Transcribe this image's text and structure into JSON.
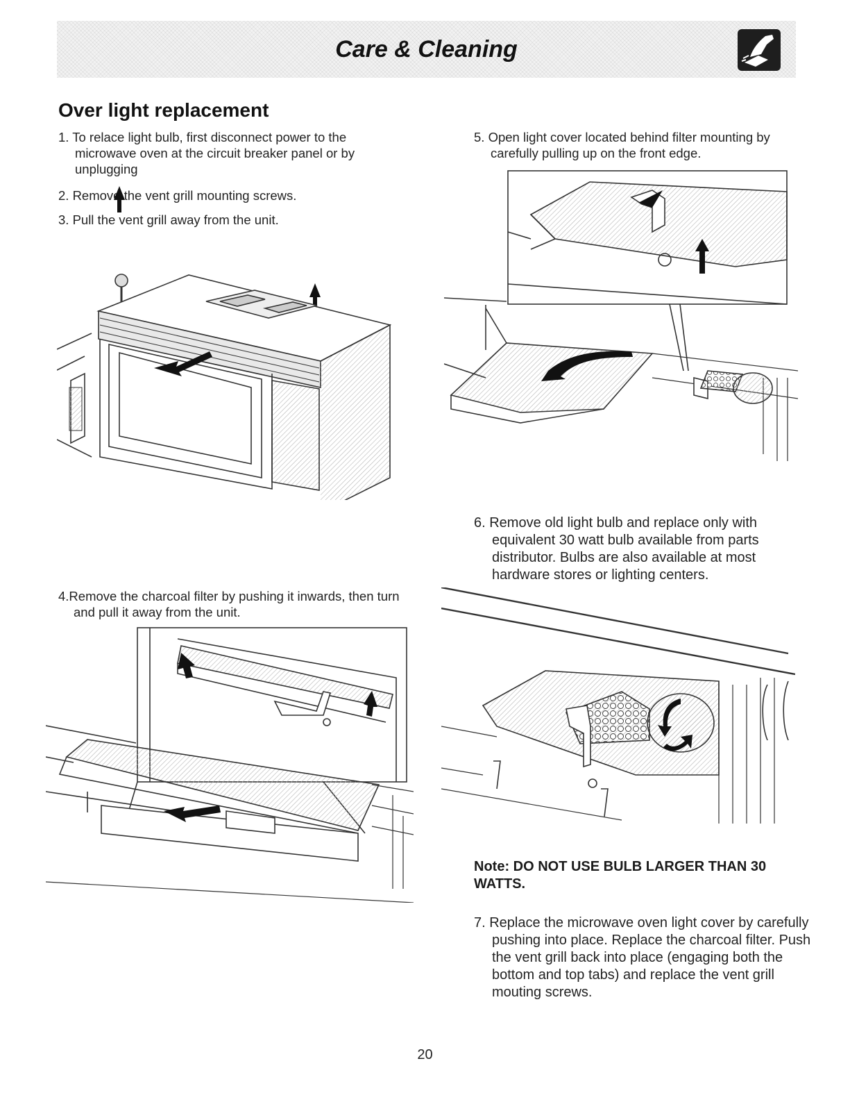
{
  "header": {
    "title": "Care & Cleaning",
    "icon": "hand-wiping-icon"
  },
  "section": {
    "title": "Over light replacement"
  },
  "steps": {
    "s1": "1. To relace light bulb, first disconnect power to the microwave oven at the circuit breaker panel or by unplugging",
    "s2": "2. Remove the vent grill mounting screws.",
    "s3": "3. Pull the vent grill away from the unit.",
    "s4": "4.Remove the charcoal filter by pushing it inwards, then turn and pull it away from the unit.",
    "s5": "5. Open light cover located behind filter mounting by carefully pulling up on the front edge.",
    "s6": "6. Remove old light bulb and replace only with equivalent 30 watt bulb available from parts distributor. Bulbs are also available at most hardware stores or lighting centers.",
    "s7": "7. Replace the microwave oven light cover by carefully pushing into place. Replace the charcoal filter. Push the vent grill back into place (engaging both the bottom and top tabs) and replace the vent grill mouting screws."
  },
  "note": "Note: DO NOT USE BULB LARGER THAN 30 WATTS.",
  "page_number": "20",
  "colors": {
    "banner_bg": "#f2f2f2",
    "text": "#1a1a1a",
    "illustration_stroke": "#333333",
    "hatch": "#bdbdbd"
  }
}
